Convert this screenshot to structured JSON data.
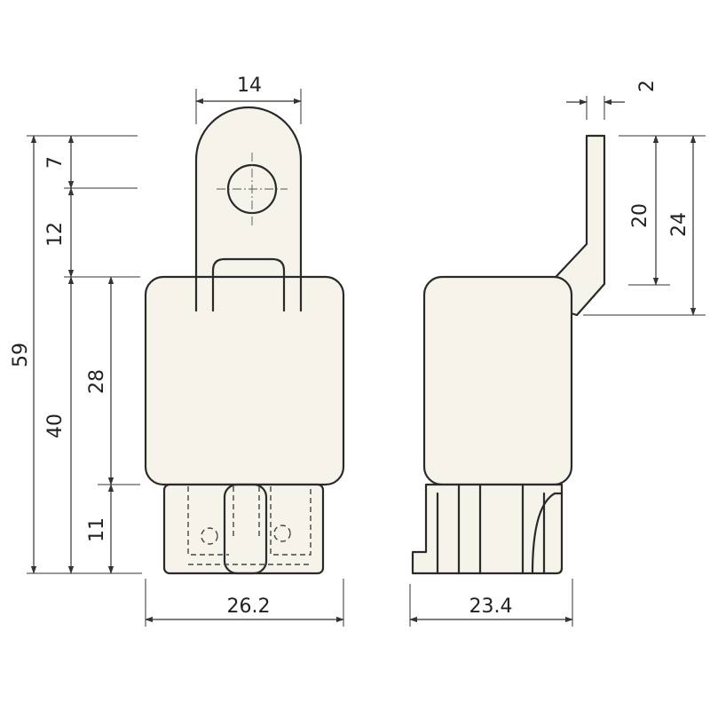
{
  "front_view": {
    "dimensions": {
      "tab_width": "14",
      "tab_top": "7",
      "tab_hole": "12",
      "total_height": "59",
      "body_height": "40",
      "body_upper": "28",
      "terminal_length": "11",
      "body_width": "26.2"
    }
  },
  "side_view": {
    "dimensions": {
      "bracket_thickness": "2",
      "bracket_inner": "20",
      "bracket_total": "24",
      "body_depth": "23.4"
    }
  },
  "colors": {
    "line": "#2a2a2a",
    "body_fill": "#f6f3ea"
  }
}
